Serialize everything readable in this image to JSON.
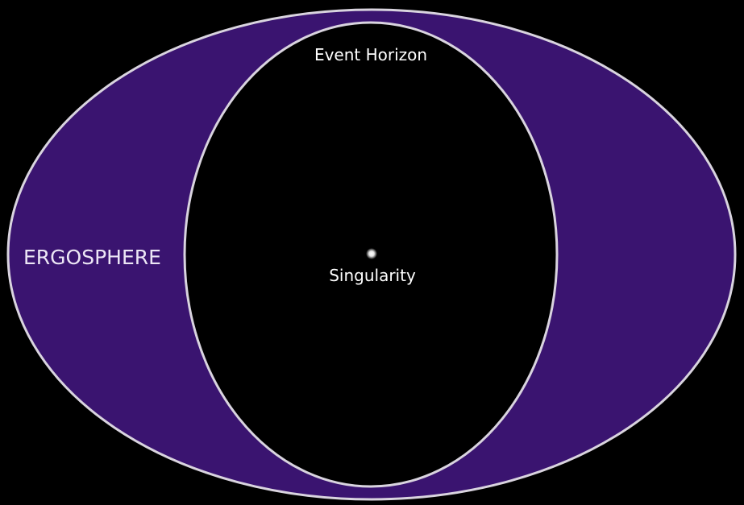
{
  "labels": {
    "event_horizon": "Event Horizon",
    "singularity": "Singularity",
    "ergosphere": "ERGOSPHERE"
  },
  "colors": {
    "background": "#000000",
    "ergosphere_fill": "#3a1470",
    "outline": "#d9d4df",
    "horizon_fill": "#000000",
    "singularity_point": "#ffffff",
    "label_text": "#ffffff"
  }
}
